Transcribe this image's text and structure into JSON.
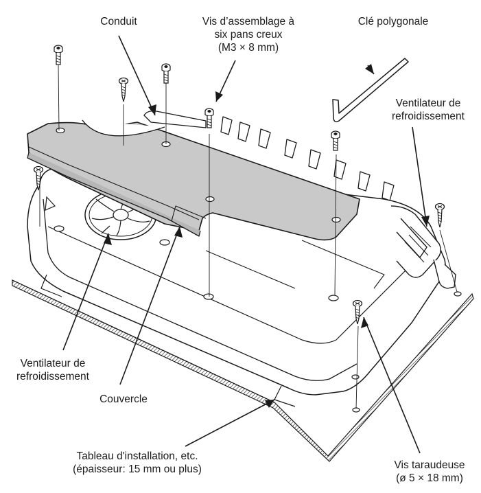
{
  "labels": {
    "conduit": "Conduit",
    "hex_screws": [
      "Vis d’assemblage à",
      "six pans creux",
      "(M3 × 8 mm)"
    ],
    "hex_key": "Clé polygonale",
    "fan_top": [
      "Ventilateur de",
      "refroidissement"
    ],
    "fan_left": [
      "Ventilateur de",
      "refroidissement"
    ],
    "cover": "Couvercle",
    "board": [
      "Tableau d'installation, etc.",
      "(épaisseur: 15 mm ou plus)"
    ],
    "tapping_screw": [
      "Vis taraudeuse",
      "(ø 5 × 18 mm)"
    ]
  },
  "colors": {
    "line": "#1a1a1a",
    "conduit_fill": "#c9c9c9",
    "body_fill": "#ffffff",
    "board_hatch": "#3a3a3a"
  }
}
